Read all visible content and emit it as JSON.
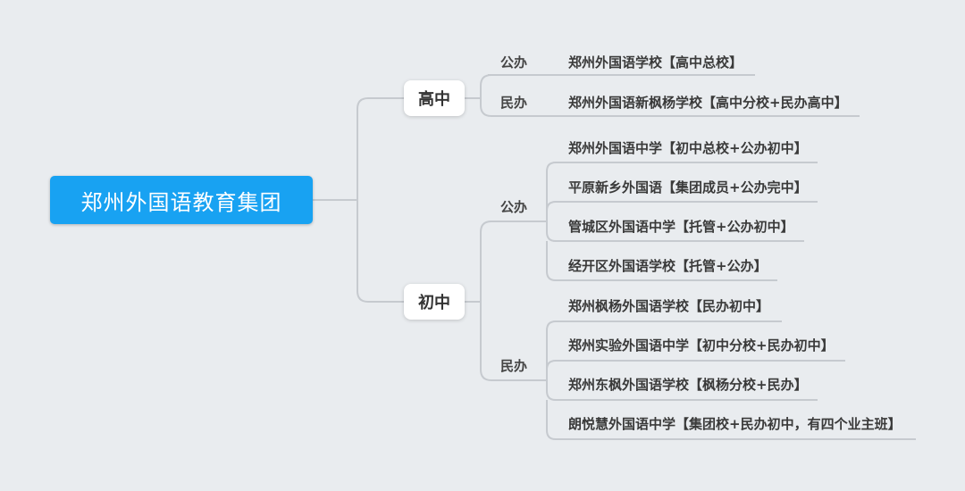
{
  "root": {
    "label": "郑州外国语教育集团"
  },
  "levels": [
    {
      "label": "高中",
      "groups": [
        {
          "type": "公办",
          "schools": [
            "郑州外国语学校【高中总校】"
          ]
        },
        {
          "type": "民办",
          "schools": [
            "郑州外国语新枫杨学校【高中分校+民办高中】"
          ]
        }
      ]
    },
    {
      "label": "初中",
      "groups": [
        {
          "type": "公办",
          "schools": [
            "郑州外国语中学【初中总校+公办初中】",
            "平原新乡外国语【集团成员+公办完中】",
            "管城区外国语中学【托管+公办初中】",
            "经开区外国语学校【托管+公办】"
          ]
        },
        {
          "type": "民办",
          "schools": [
            "郑州枫杨外国语学校【民办初中】",
            "郑州实验外国语中学【初中分校+民办初中】",
            "郑州东枫外国语学校【枫杨分校+民办】",
            "朗悦慧外国语中学【集团校+民办初中，有四个业主班】"
          ]
        }
      ]
    }
  ],
  "colors": {
    "background": "#e9ecef",
    "root_fill": "#18a2f2",
    "connector": "#c6cacf"
  }
}
